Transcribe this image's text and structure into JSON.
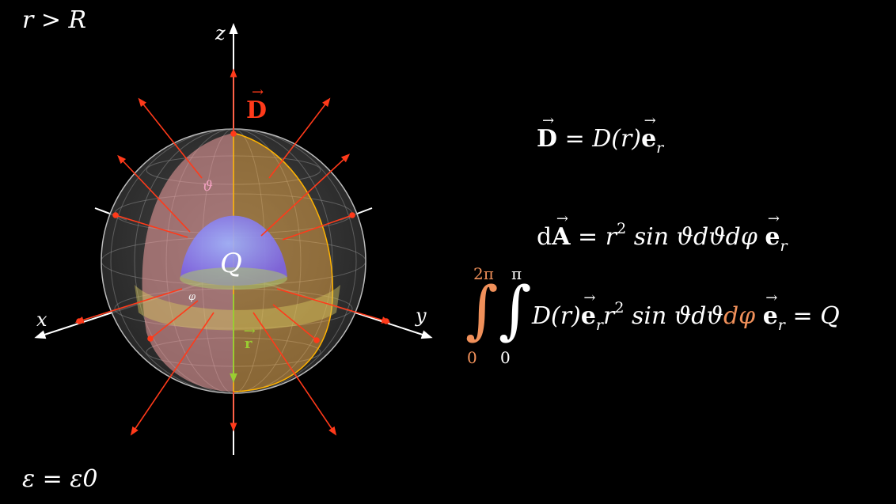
{
  "corner_labels": {
    "region": "r > R",
    "permittivity": "ε = ε0"
  },
  "axes": {
    "x": "x",
    "y": "y",
    "z": "z"
  },
  "vectors": {
    "D": "D",
    "r": "r"
  },
  "sphere": {
    "charge": "Q",
    "polar_angle": "ϑ",
    "azimuth": "φ"
  },
  "equations": {
    "field": {
      "lhs": "D",
      "rhs_func": "D(r)",
      "basis": "e",
      "basis_sub": "r"
    },
    "area": {
      "d": "d",
      "A": "A",
      "r": "r",
      "power": "2",
      "rest": "sin ϑdϑdφ",
      "basis": "e",
      "basis_sub": "r"
    },
    "gauss": {
      "outer_upper": "2π",
      "outer_lower": "0",
      "inner_upper": "π",
      "inner_lower": "0",
      "func": "D(r)",
      "basis": "e",
      "basis_sub": "r",
      "r": "r",
      "power": "2",
      "mid": "sin ϑdϑ",
      "dphi": "dφ",
      "basis2": "e",
      "basis2_sub": "r",
      "result": "= Q"
    }
  },
  "colors": {
    "field_arrows": "#ff3a1a",
    "r_vector": "#9acd32",
    "outer_limit": "#f0905a",
    "charge_sphere": "#8f80ff",
    "hemisphere": "#f2a0a0",
    "quarter_wedge": "#ffb347",
    "equator_disk": "#d8c860"
  }
}
